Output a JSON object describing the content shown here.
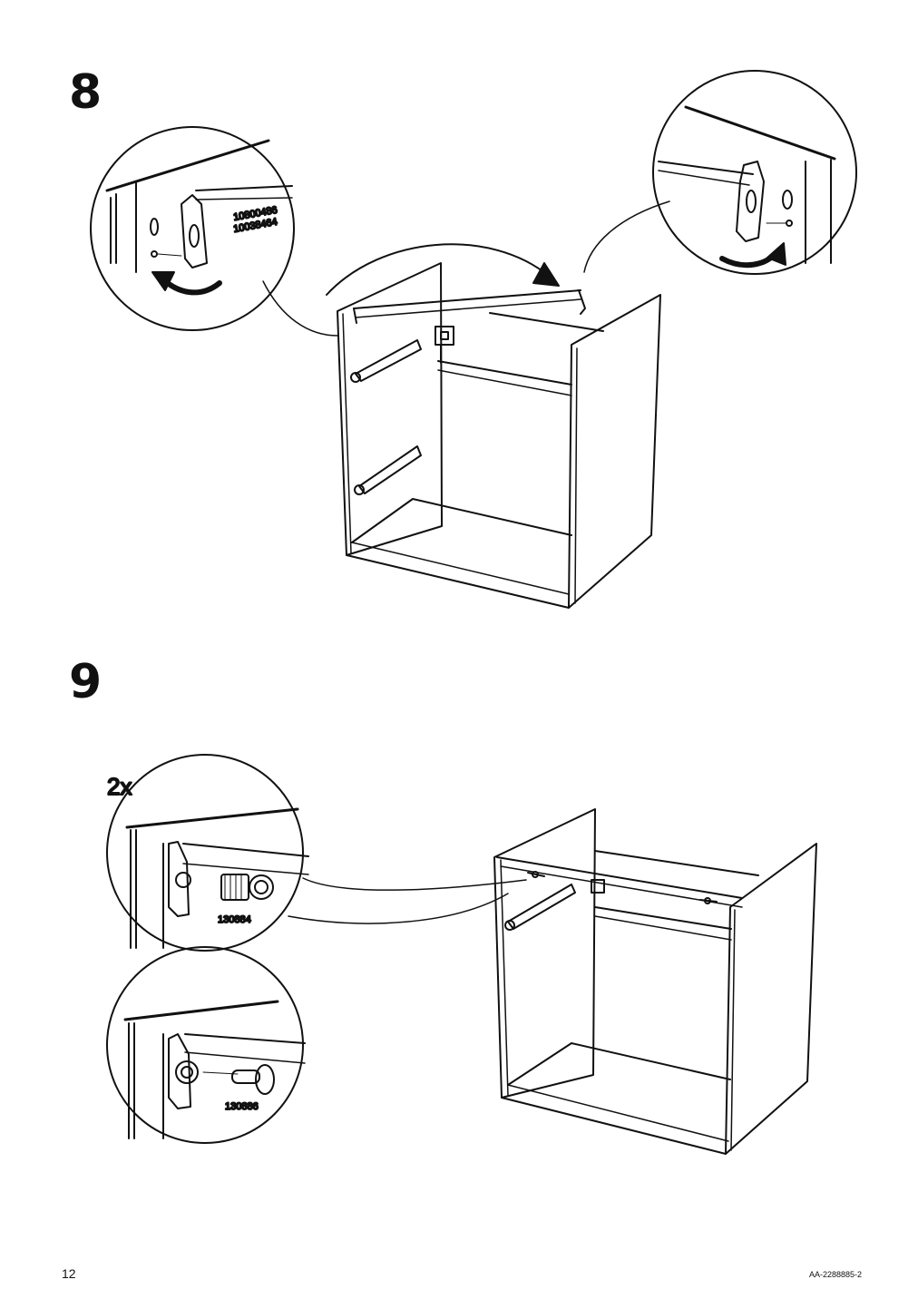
{
  "steps": [
    {
      "number": "8",
      "part_labels": [
        "10800486",
        "10038464"
      ]
    },
    {
      "number": "9",
      "quantity": "2x",
      "part_labels": [
        "130884",
        "130886"
      ]
    }
  ],
  "footer": {
    "page_number": "12",
    "document_code": "AA-2288885-2"
  }
}
